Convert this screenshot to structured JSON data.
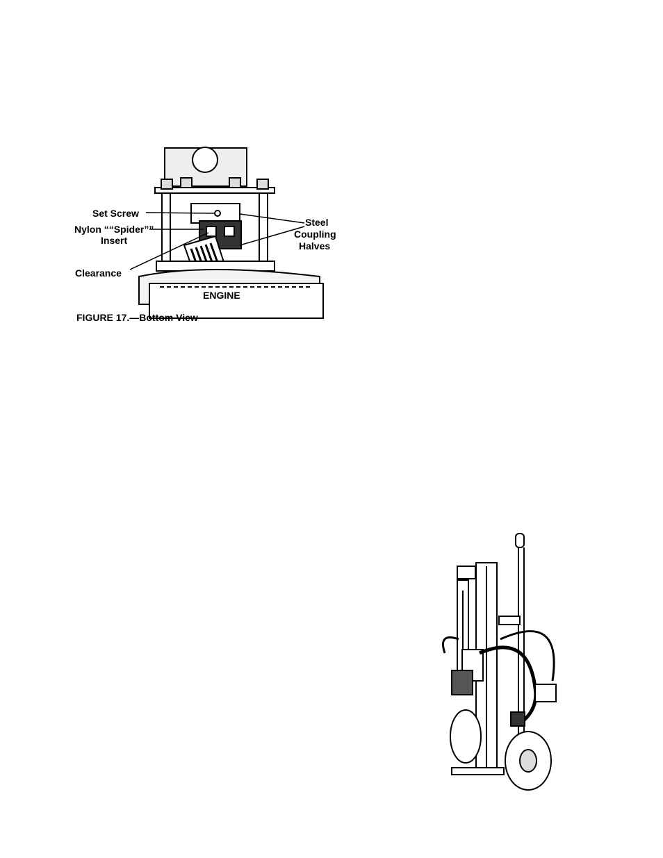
{
  "figure17": {
    "labels": {
      "set_screw": "Set Screw",
      "nylon_spider_line1": "Nylon ““Spider””",
      "nylon_spider_line2": "Insert",
      "clearance": "Clearance",
      "steel_line1": "Steel",
      "steel_line2": "Coupling",
      "steel_line3": "Halves",
      "engine": "ENGINE"
    },
    "caption": "FIGURE 17.—Bottom View"
  }
}
